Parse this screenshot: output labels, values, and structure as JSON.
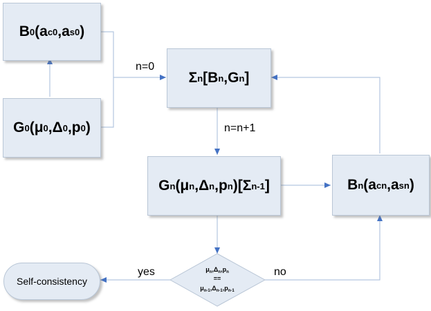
{
  "nodes": {
    "b0": {
      "label": "B",
      "sub0": "0",
      "open": "(a",
      "sub1": "c0",
      "comma": ",a",
      "sub2": "s0",
      "close": ")"
    },
    "g0": {
      "label": "G",
      "sub0": "0",
      "open": "(μ",
      "sub1": "0",
      "mid1": ",Δ",
      "sub2": "0",
      "mid2": ",p",
      "sub3": "0",
      "close": ")"
    },
    "sigma": {
      "label": "Σ",
      "sub0": "n",
      "open": "[B",
      "sub1": "n",
      "mid": ",G",
      "sub2": "n",
      "close": "]"
    },
    "gn": {
      "label": "G",
      "sub0": "n",
      "open": "(μ",
      "sub1": "n",
      "mid1": ",Δ",
      "sub2": "n",
      "mid2": ",p",
      "sub3": "n",
      "mid3": ")[Σ",
      "sub4": "n-1",
      "close": "]"
    },
    "bn": {
      "label": "B",
      "sub0": "n",
      "open": "(a",
      "sub1": "cn",
      "comma": ",a",
      "sub2": "sn",
      "close": ")"
    },
    "decision": {
      "top": {
        "a": "μ",
        "sa": "n",
        "b": ",Δ",
        "sb": "n",
        "c": ",p",
        "sc": "n"
      },
      "eq": "==",
      "bottom": {
        "a": "μ",
        "sa": "n-1",
        "b": ",Δ",
        "sb": "n-1",
        "c": ",p",
        "sc": "n-1"
      }
    },
    "self_consistency": "Self-consistency"
  },
  "labels": {
    "n0": "n=0",
    "increment": "n=n+1",
    "yes": "yes",
    "no": "no"
  },
  "colors": {
    "box_fill": "#e4ebf4",
    "box_border": "#b9c6d6",
    "connector": "#b3c6e0",
    "arrowhead": "#4472c4"
  }
}
